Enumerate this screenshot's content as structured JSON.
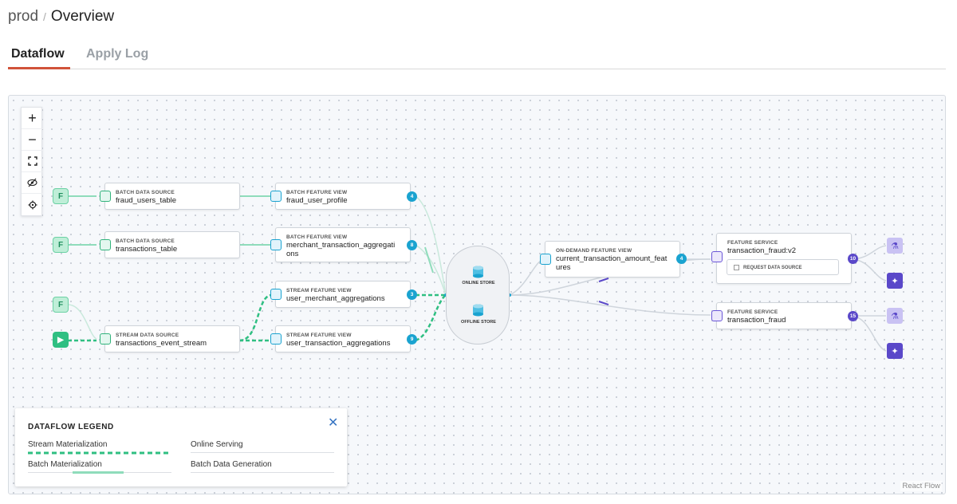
{
  "breadcrumb": {
    "env": "prod",
    "separator": "/",
    "page": "Overview"
  },
  "tabs": [
    {
      "label": "Dataflow",
      "active": true
    },
    {
      "label": "Apply Log",
      "active": false
    }
  ],
  "controls": [
    {
      "icon": "plus-icon",
      "glyph": "+"
    },
    {
      "icon": "minus-icon",
      "glyph": "−"
    },
    {
      "icon": "fit-view-icon",
      "glyph": "⛶"
    },
    {
      "icon": "hide-icon",
      "glyph": "⊘"
    },
    {
      "icon": "gear-icon",
      "glyph": "⚙"
    }
  ],
  "nodes": {
    "batch_source_1": {
      "type": "BATCH DATA SOURCE",
      "name": "fraud_users_table"
    },
    "batch_source_2": {
      "type": "BATCH DATA SOURCE",
      "name": "transactions_table"
    },
    "stream_source": {
      "type": "STREAM DATA SOURCE",
      "name": "transactions_event_stream"
    },
    "bfv_1": {
      "type": "BATCH FEATURE VIEW",
      "name": "fraud_user_profile",
      "count": "4"
    },
    "bfv_2": {
      "type": "BATCH FEATURE VIEW",
      "name_line1": "merchant_transaction_aggregati",
      "name_line2": "ons",
      "count": "8"
    },
    "sfv_1": {
      "type": "STREAM FEATURE VIEW",
      "name": "user_merchant_aggregations",
      "count": "3"
    },
    "sfv_2": {
      "type": "STREAM FEATURE VIEW",
      "name": "user_transaction_aggregations",
      "count": "9"
    },
    "odfv": {
      "type": "ON-DEMAND FEATURE VIEW",
      "name_line1": "current_transaction_amount_feat",
      "name_line2": "ures",
      "count": "4"
    },
    "fs_1": {
      "type": "FEATURE SERVICE",
      "name": "transaction_fraud:v2",
      "count": "10",
      "sub": "REQUEST DATA SOURCE"
    },
    "fs_2": {
      "type": "FEATURE SERVICE",
      "name": "transaction_fraud",
      "count": "15"
    }
  },
  "store": {
    "online": "ONLINE STORE",
    "offline": "OFFLINE STORE"
  },
  "legend": {
    "title": "DATAFLOW LEGEND",
    "items": [
      "Stream Materialization",
      "Online Serving",
      "Batch Materialization",
      "Batch Data Generation"
    ]
  },
  "attribution": "React Flow",
  "colors": {
    "stream": "#2fbf82",
    "online": "#5a48c9",
    "batch": "#8fdcbb",
    "accent": "#d1533a"
  }
}
